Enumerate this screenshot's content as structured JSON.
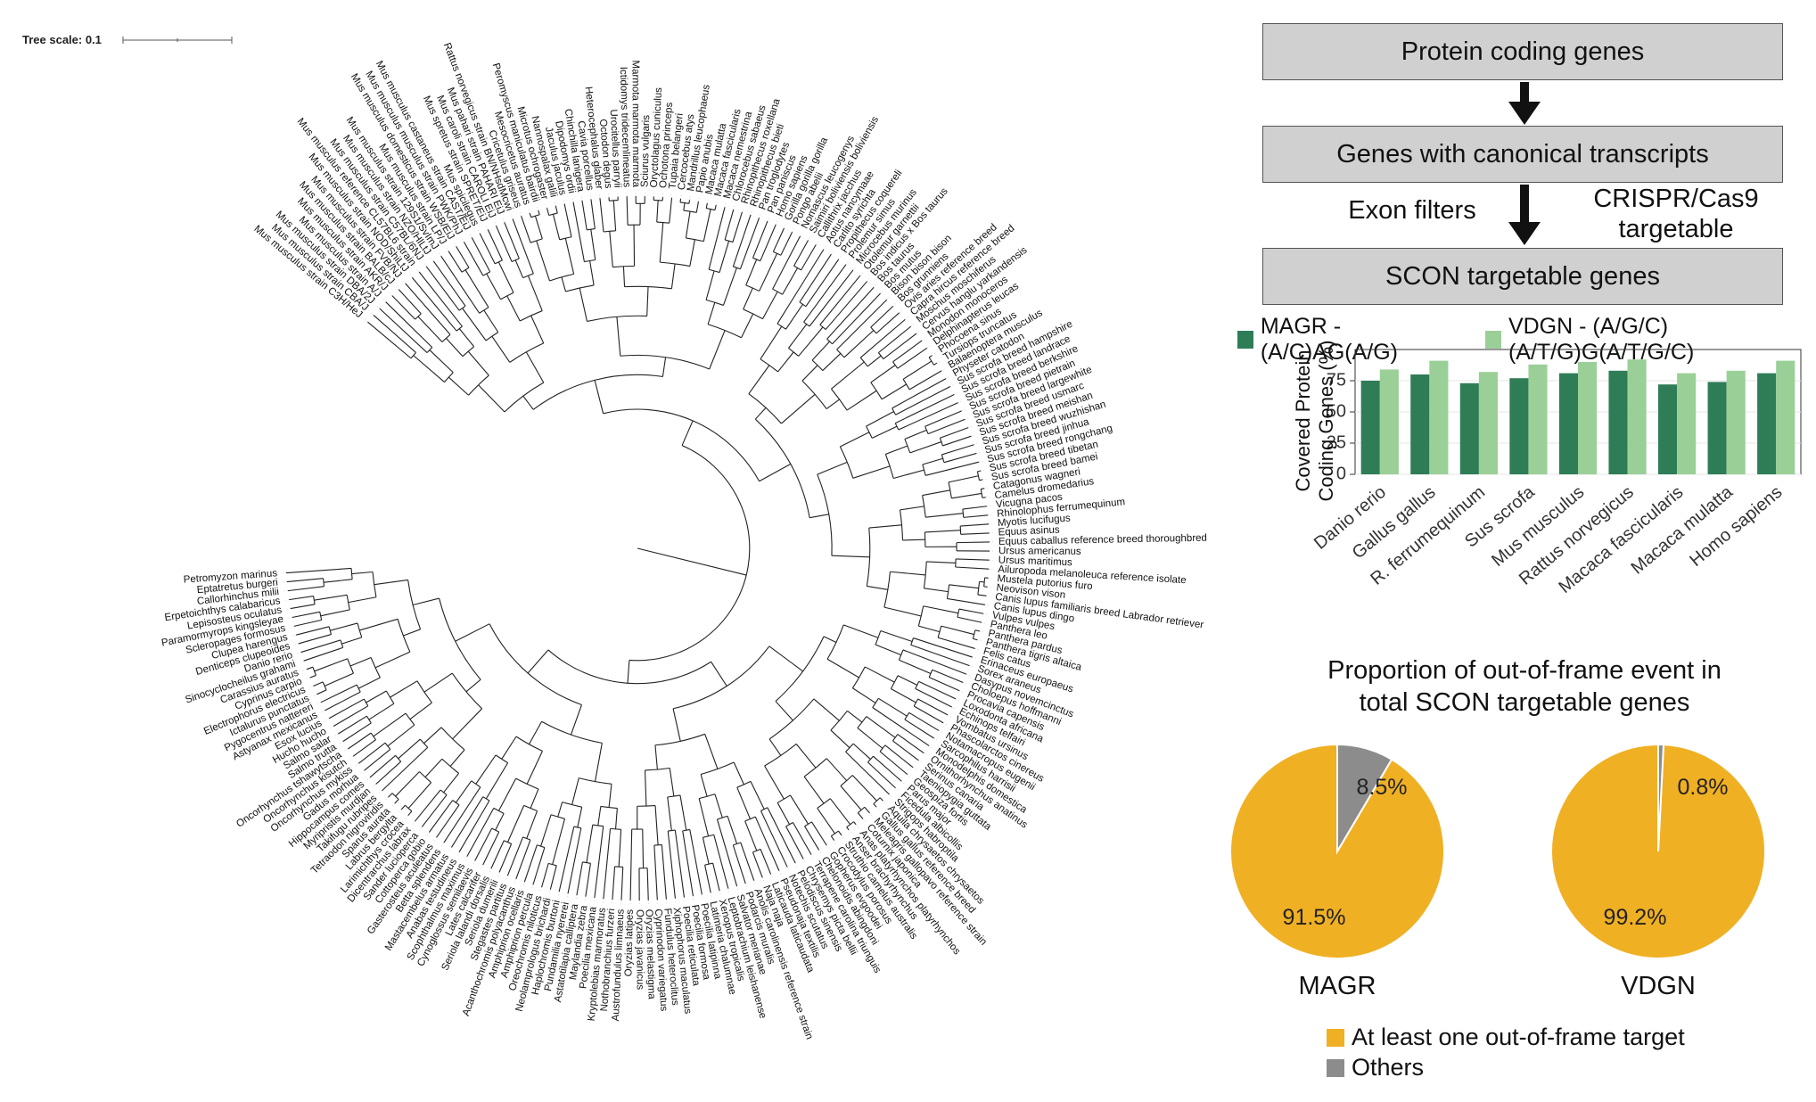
{
  "tree": {
    "scale_label": "Tree scale: 0.1",
    "leaves": [
      "Mus musculus strain C3H/HeJ",
      "Mus musculus strain CBA/J",
      "Mus musculus strain DBA/2J",
      "Mus musculus strain A/J",
      "Mus musculus strain AKR/J",
      "Mus musculus strain BALB/cJ",
      "Mus musculus strain FVB/NJ",
      "Mus musculus strain NOD/ShiLtJ",
      "Mus musculus reference CL57BL6 strain",
      "Mus musculus strain C57BL/6NJ",
      "Mus musculus strain NZO/HlLtJ",
      "Mus musculus strain 129S1/SvImJ",
      "Mus musculus strain LP/J",
      "Mus musculus domesticus strain WSB/EiJ",
      "Mus musculus musculus strain PWK/PhJ",
      "Mus musculus castaneus strain CAST/EiJ",
      "Mus spicilegus",
      "Mus spretus strain SPRET/EiJ",
      "Mus caroli strain CAROLI EiJ",
      "Mus pahari strain PAHARI EiJ",
      "Rattus norvegicus strain BN/NHsdMcwi",
      "Cricetulus griseus",
      "Mesocricetus auratus",
      "Peromyscus maniculatus bairdii",
      "Microtus ochrogaster",
      "Nannospalax galili",
      "Jaculus jaculus",
      "Dipodomys ordii",
      "Chinchilla lanigera",
      "Cavia porcellus",
      "Heterocephalus glaber",
      "Octodon degus",
      "Urocitellus parryii",
      "Ictidomys tridecemlineatus",
      "Marmota marmota marmota",
      "Sciurus vulgaris",
      "Oryctolagus cuniculus",
      "Ochotona princeps",
      "Tupaia belangeri",
      "Cercocebus atys",
      "Mandrillus leucophaeus",
      "Papio anubis",
      "Macaca mulatta",
      "Macaca fascicularis",
      "Macaca nemestrina",
      "Chlorocebus sabaeus",
      "Rhinopithecus roxellana",
      "Rhinopithecus bieti",
      "Pan troglodytes",
      "Pan paniscus",
      "Homo sapiens",
      "Gorilla gorilla gorilla",
      "Pongo abelii",
      "Nomascus leucogenys",
      "Saimiri boliviensis boliviensis",
      "Callithrix jacchus",
      "Aotus nancymaae",
      "Carlito syrichta",
      "Propithecus coquereli",
      "Prolemur simus",
      "Microcebus murinus",
      "Otolemur garnettii",
      "Bos indicus x Bos taurus",
      "Bos taurus",
      "Bos mutus",
      "Bison bison bison",
      "Bos grunniens",
      "Ovis aries reference breed",
      "Capra hircus reference breed",
      "Moschus moschiferus",
      "Cervus hanglu yarkandensis",
      "Monodon monoceros",
      "Delphinapterus leucas",
      "Phocoena sinus",
      "Tursiops truncatus",
      "Balaenoptera musculus",
      "Physeter catodon",
      "Sus scrofa breed hampshire",
      "Sus scrofa breed landrace",
      "Sus scrofa breed berkshire",
      "Sus scrofa breed pietrain",
      "Sus scrofa breed largewhite",
      "Sus scrofa breed usmarc",
      "Sus scrofa breed meishan",
      "Sus scrofa breed wuzhishan",
      "Sus scrofa breed jinhua",
      "Sus scrofa breed rongchang",
      "Sus scrofa breed tibetan",
      "Sus scrofa breed bamei",
      "Catagonus wagneri",
      "Camelus dromedarius",
      "Vicugna pacos",
      "Rhinolophus ferrumequinum",
      "Myotis lucifugus",
      "Equus asinus",
      "Equus caballus reference breed thoroughbred",
      "Ursus americanus",
      "Ursus maritimus",
      "Ailuropoda melanoleuca reference isolate",
      "Mustela putorius furo",
      "Neovison vison",
      "Canis lupus familiaris breed Labrador retriever",
      "Canis lupus dingo",
      "Vulpes vulpes",
      "Panthera leo",
      "Panthera pardus",
      "Panthera tigris altaica",
      "Felis catus",
      "Erinaceus europaeus",
      "Sorex araneus",
      "Dasypus novemcinctus",
      "Choloepus hoffmanni",
      "Procavia capensis",
      "Loxodonta africana",
      "Echinops telfairi",
      "Vombatus ursinus",
      "Phascolarctos cinereus",
      "Notamacropus eugenii",
      "Sarcophilus harrisii",
      "Monodelphis domestica",
      "Ornithorhynchus anatinus",
      "Serinus canaria",
      "Taeniopygia guttata",
      "Geospiza fortis",
      "Parus major",
      "Ficedula albicollis",
      "Strigops habroptila",
      "Aquila chrysaetos chrysaetos",
      "Gallus gallus reference breed",
      "Meleagris gallopavo reference strain",
      "Coturnix japonica",
      "Anas platyrhynchos platyrhynchos",
      "Anser brachyrhynchus",
      "Struthio camelus australis",
      "Crocodylus porosus",
      "Gopherus evgoodei",
      "Chelonoidis abingdoni",
      "Terrapene carolina triunguis",
      "Chrysemys picta bellii",
      "Pelodiscus sinensis",
      "Notechis scutatus",
      "Pseudonaja textilis",
      "Laticauda laticaudata",
      "Naja naja",
      "Anolis carolinensis reference strain",
      "Podarcis muralis",
      "Salvator merianae",
      "Leptobrachium leishanense",
      "Xenopus tropicalis",
      "Latimeria chalumnae",
      "Poecilia latipinna",
      "Poecilia formosa",
      "Poecilia reticulata",
      "Xiphophorus maculatus",
      "Fundulus heteroclitus",
      "Cyprinodon variegatus",
      "Oryzias melastigma",
      "Oryzias javanicus",
      "Oryzias latipes",
      "Austrofundulus limnaeus",
      "Nothobranchius furzeri",
      "Kryptolebias marmoratus",
      "Poecilia mexicana",
      "Maylandia zebra",
      "Astatotilapia calliptera",
      "Pundamilia nyererei",
      "Haplochromis burtoni",
      "Neolamprologus brichardi",
      "Oreochromis niloticus",
      "Amphiprion percula",
      "Amphiprion ocellaris",
      "Acanthochromis polyacanthus",
      "Stegastes partitus",
      "Seriola dumerili",
      "Seriola lalandi dorsalis",
      "Lates calcarifer",
      "Cynoglossus semilaevis",
      "Scophthalmus maximus",
      "Anabas testudineus",
      "Mastacembelus armatus",
      "Betta splendens",
      "Gasterosteus aculeatus",
      "Cottoperca gobio",
      "Sander lucioperca",
      "Dicentrarchus labrax",
      "Larimichthys crocea",
      "Labrus bergylta",
      "Sparus aurata",
      "Tetraodon nigroviridis",
      "Takifugu rubripes",
      "Myripristis murdjan",
      "Hippocampus comes",
      "Gadus morhua",
      "Oncorhynchus mykiss",
      "Oncorhynchus kisutch",
      "Oncorhynchus tshawytscha",
      "Salmo trutta",
      "Salmo salar",
      "Hucho hucho",
      "Esox lucius",
      "Astyanax mexicanus",
      "Pygocentrus nattereri",
      "Ictalurus punctatus",
      "Electrophorus electricus",
      "Cyprinus carpio",
      "Carassius auratus",
      "Sinocyclocheilus grahami",
      "Danio rerio",
      "Denticeps clupeoides",
      "Clupea harengus",
      "Scleropages formosus",
      "Paramormyrops kingsleyae",
      "Lepisosteus oculatus",
      "Erpetoichthys calabaricus",
      "Callorhinchus milii",
      "Eptatretus burgeri",
      "Petromyzon marinus"
    ]
  },
  "flow": {
    "box1": "Protein coding genes",
    "box2": "Genes with canonical transcripts",
    "box3": "SCON targetable genes",
    "left_label": "Exon filters",
    "right_label_line1": "CRISPR/Cas9",
    "right_label_line2": "targetable"
  },
  "colors": {
    "magr": "#2f7d57",
    "vdgn": "#9bcf98",
    "pie_main": "#f0b024",
    "pie_other": "#8c8c8c"
  },
  "bar_legend": {
    "magr_label": "MAGR - (A/C)AG(A/G)",
    "vdgn_label": "VDGN - (A/G/C)(A/T/G)G(A/T/G/C)"
  },
  "chart_data": [
    {
      "type": "bar",
      "ylabel": "Covered Protein Coding Genes (%)",
      "ylim": [
        0,
        100
      ],
      "yticks": [
        "0",
        "25",
        "50",
        "75"
      ],
      "categories": [
        "Danio rerio",
        "Gallus gallus",
        "R. ferrumequinum",
        "Sus scrofa",
        "Mus musculus",
        "Rattus norvegicus",
        "Macaca fascicularis",
        "Macaca mulatta",
        "Homo sapiens"
      ],
      "series": [
        {
          "name": "MAGR - (A/C)AG(A/G)",
          "values": [
            75,
            80,
            73,
            77,
            81,
            83,
            72,
            74,
            81
          ]
        },
        {
          "name": "VDGN - (A/G/C)(A/T/G)G(A/T/G/C)",
          "values": [
            84,
            91,
            82,
            88,
            90,
            92,
            81,
            83,
            91
          ]
        }
      ],
      "legend_position": "top"
    },
    {
      "type": "pie",
      "title_line1": "Proportion of out-of-frame event in",
      "title_line2": "total SCON targetable genes",
      "pies": [
        {
          "name": "MAGR",
          "slices": [
            {
              "label": "91.5%",
              "value": 91.5
            },
            {
              "label": "8.5%",
              "value": 8.5
            }
          ]
        },
        {
          "name": "VDGN",
          "slices": [
            {
              "label": "99.2%",
              "value": 99.2
            },
            {
              "label": "0.8%",
              "value": 0.8
            }
          ]
        }
      ],
      "legend": [
        "At least one out-of-frame target",
        "Others"
      ]
    }
  ]
}
